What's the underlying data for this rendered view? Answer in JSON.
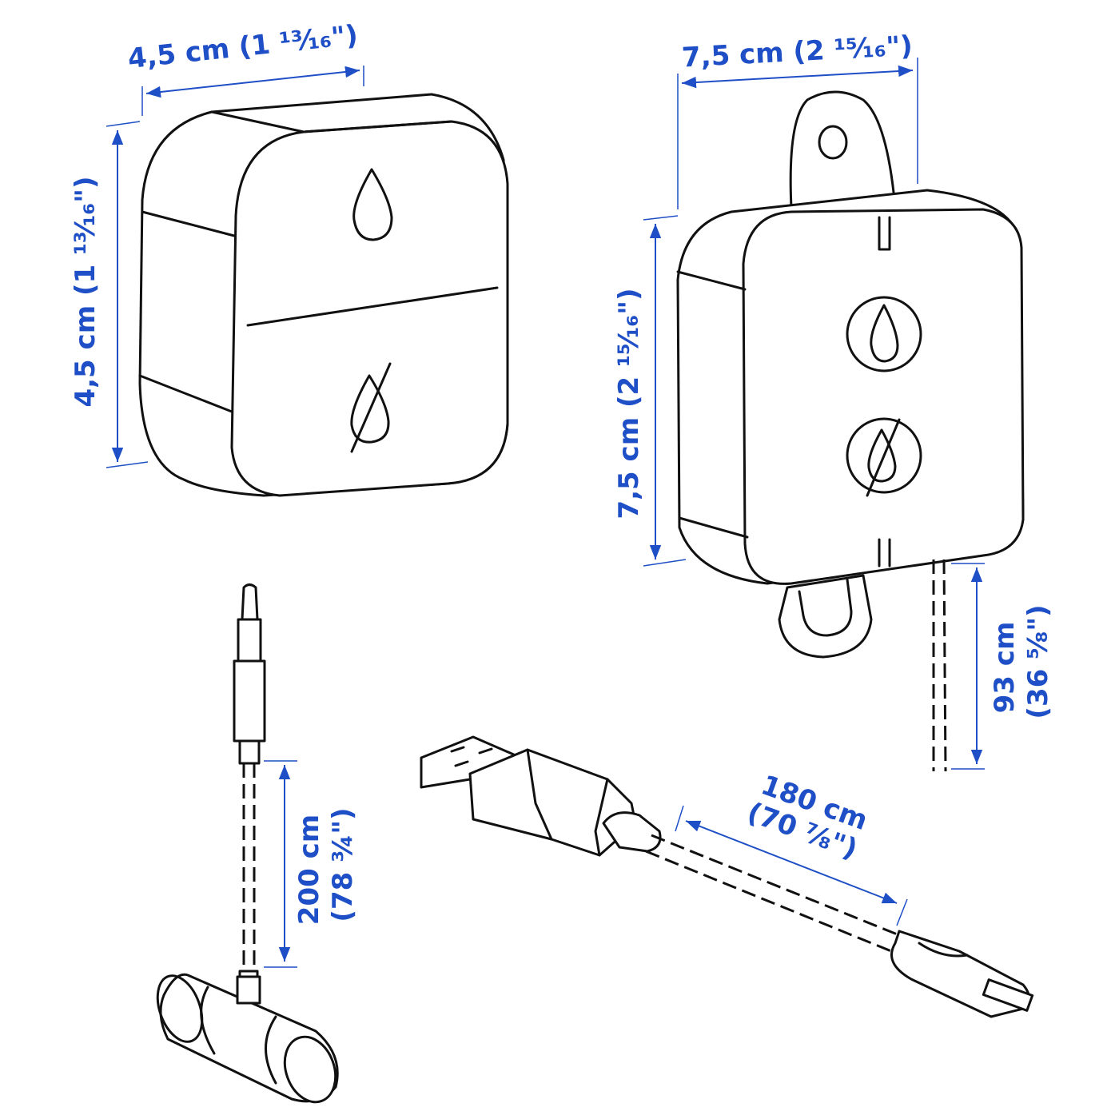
{
  "colors": {
    "dimension": "#1f4fc6",
    "outline": "#111111"
  },
  "dimensions": {
    "hub_width": "4,5 cm (1 ¹³⁄₁₆\")",
    "hub_height": "4,5 cm (1 ¹³⁄₁₆\")",
    "sensor_width": "7,5 cm (2 ¹⁵⁄₁₆\")",
    "sensor_height": "7,5 cm (2 ¹⁵⁄₁₆\")",
    "sensor_cable_cm": "93 cm",
    "sensor_cable_in": "(36 ⅝\")",
    "probe_cable_cm": "200 cm",
    "probe_cable_in": "(78 ¾\")",
    "usb_cable_cm": "180 cm",
    "usb_cable_in": "(70 ⅞\")"
  },
  "icons": [
    "water-drop-icon",
    "no-water-drop-icon"
  ]
}
